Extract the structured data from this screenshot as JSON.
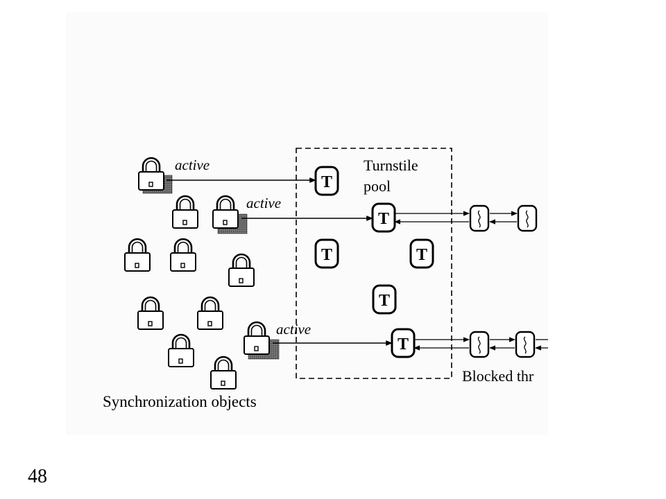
{
  "diagram": {
    "labels": {
      "active": "active",
      "turnstile_line1": "Turnstile",
      "turnstile_line2": "pool",
      "sync_objects": "Synchronization objects",
      "blocked": "Blocked thr"
    },
    "turnstile_glyph": "T",
    "colors": {
      "panel_bg": "#fbfbfb",
      "ink": "#000000"
    }
  },
  "page": {
    "number": "48"
  }
}
